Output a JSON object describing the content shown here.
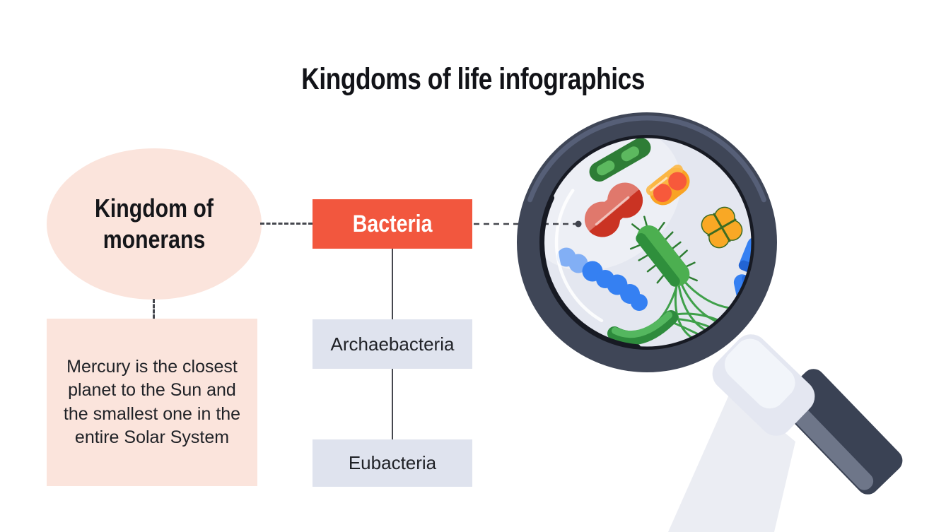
{
  "title": "Kingdoms of life infographics",
  "flowchart": {
    "kingdom_node": {
      "label": "Kingdom of monerans"
    },
    "root_node": {
      "label": "Bacteria"
    },
    "child_nodes": [
      {
        "label": "Archaebacteria"
      },
      {
        "label": "Eubacteria"
      }
    ],
    "note": {
      "text": "Mercury is the closest planet to the Sun and the smallest one in the entire Solar System"
    }
  },
  "illustration": {
    "name": "magnifying-glass-over-bacteria",
    "microbes": [
      "green-segmented-bacillus",
      "red-diplobacillus",
      "orange-diplococcus",
      "yellow-tetrad",
      "blue-streptococci-chain",
      "green-flagellated-bacillus",
      "green-vibrio",
      "blue-bacilli-chain"
    ]
  },
  "colors": {
    "background": "#FFFFFF",
    "title_text": "#121318",
    "pink_fill": "#FBE4DC",
    "accent_red": "#F2573E",
    "panel_gray": "#DFE3EE",
    "text_dark": "#202227",
    "connector": "#45474E",
    "magnifier_rim": "#3F4657",
    "magnifier_lens": "#E4E7F0",
    "magnifier_handle": "#3A4254"
  }
}
